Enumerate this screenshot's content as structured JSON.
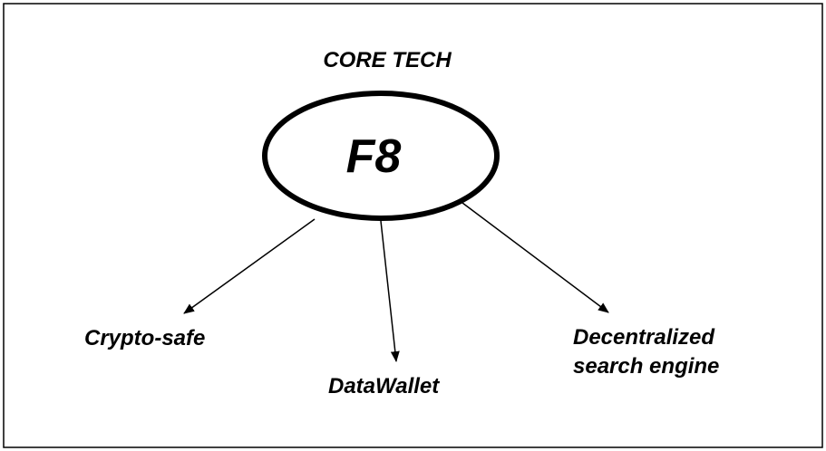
{
  "diagram": {
    "heading": "CORE TECH",
    "center": "F8",
    "branches": [
      {
        "label": "Crypto-safe"
      },
      {
        "label": "DataWallet"
      },
      {
        "label_line1": "Decentralized",
        "label_line2": "search engine"
      }
    ]
  }
}
